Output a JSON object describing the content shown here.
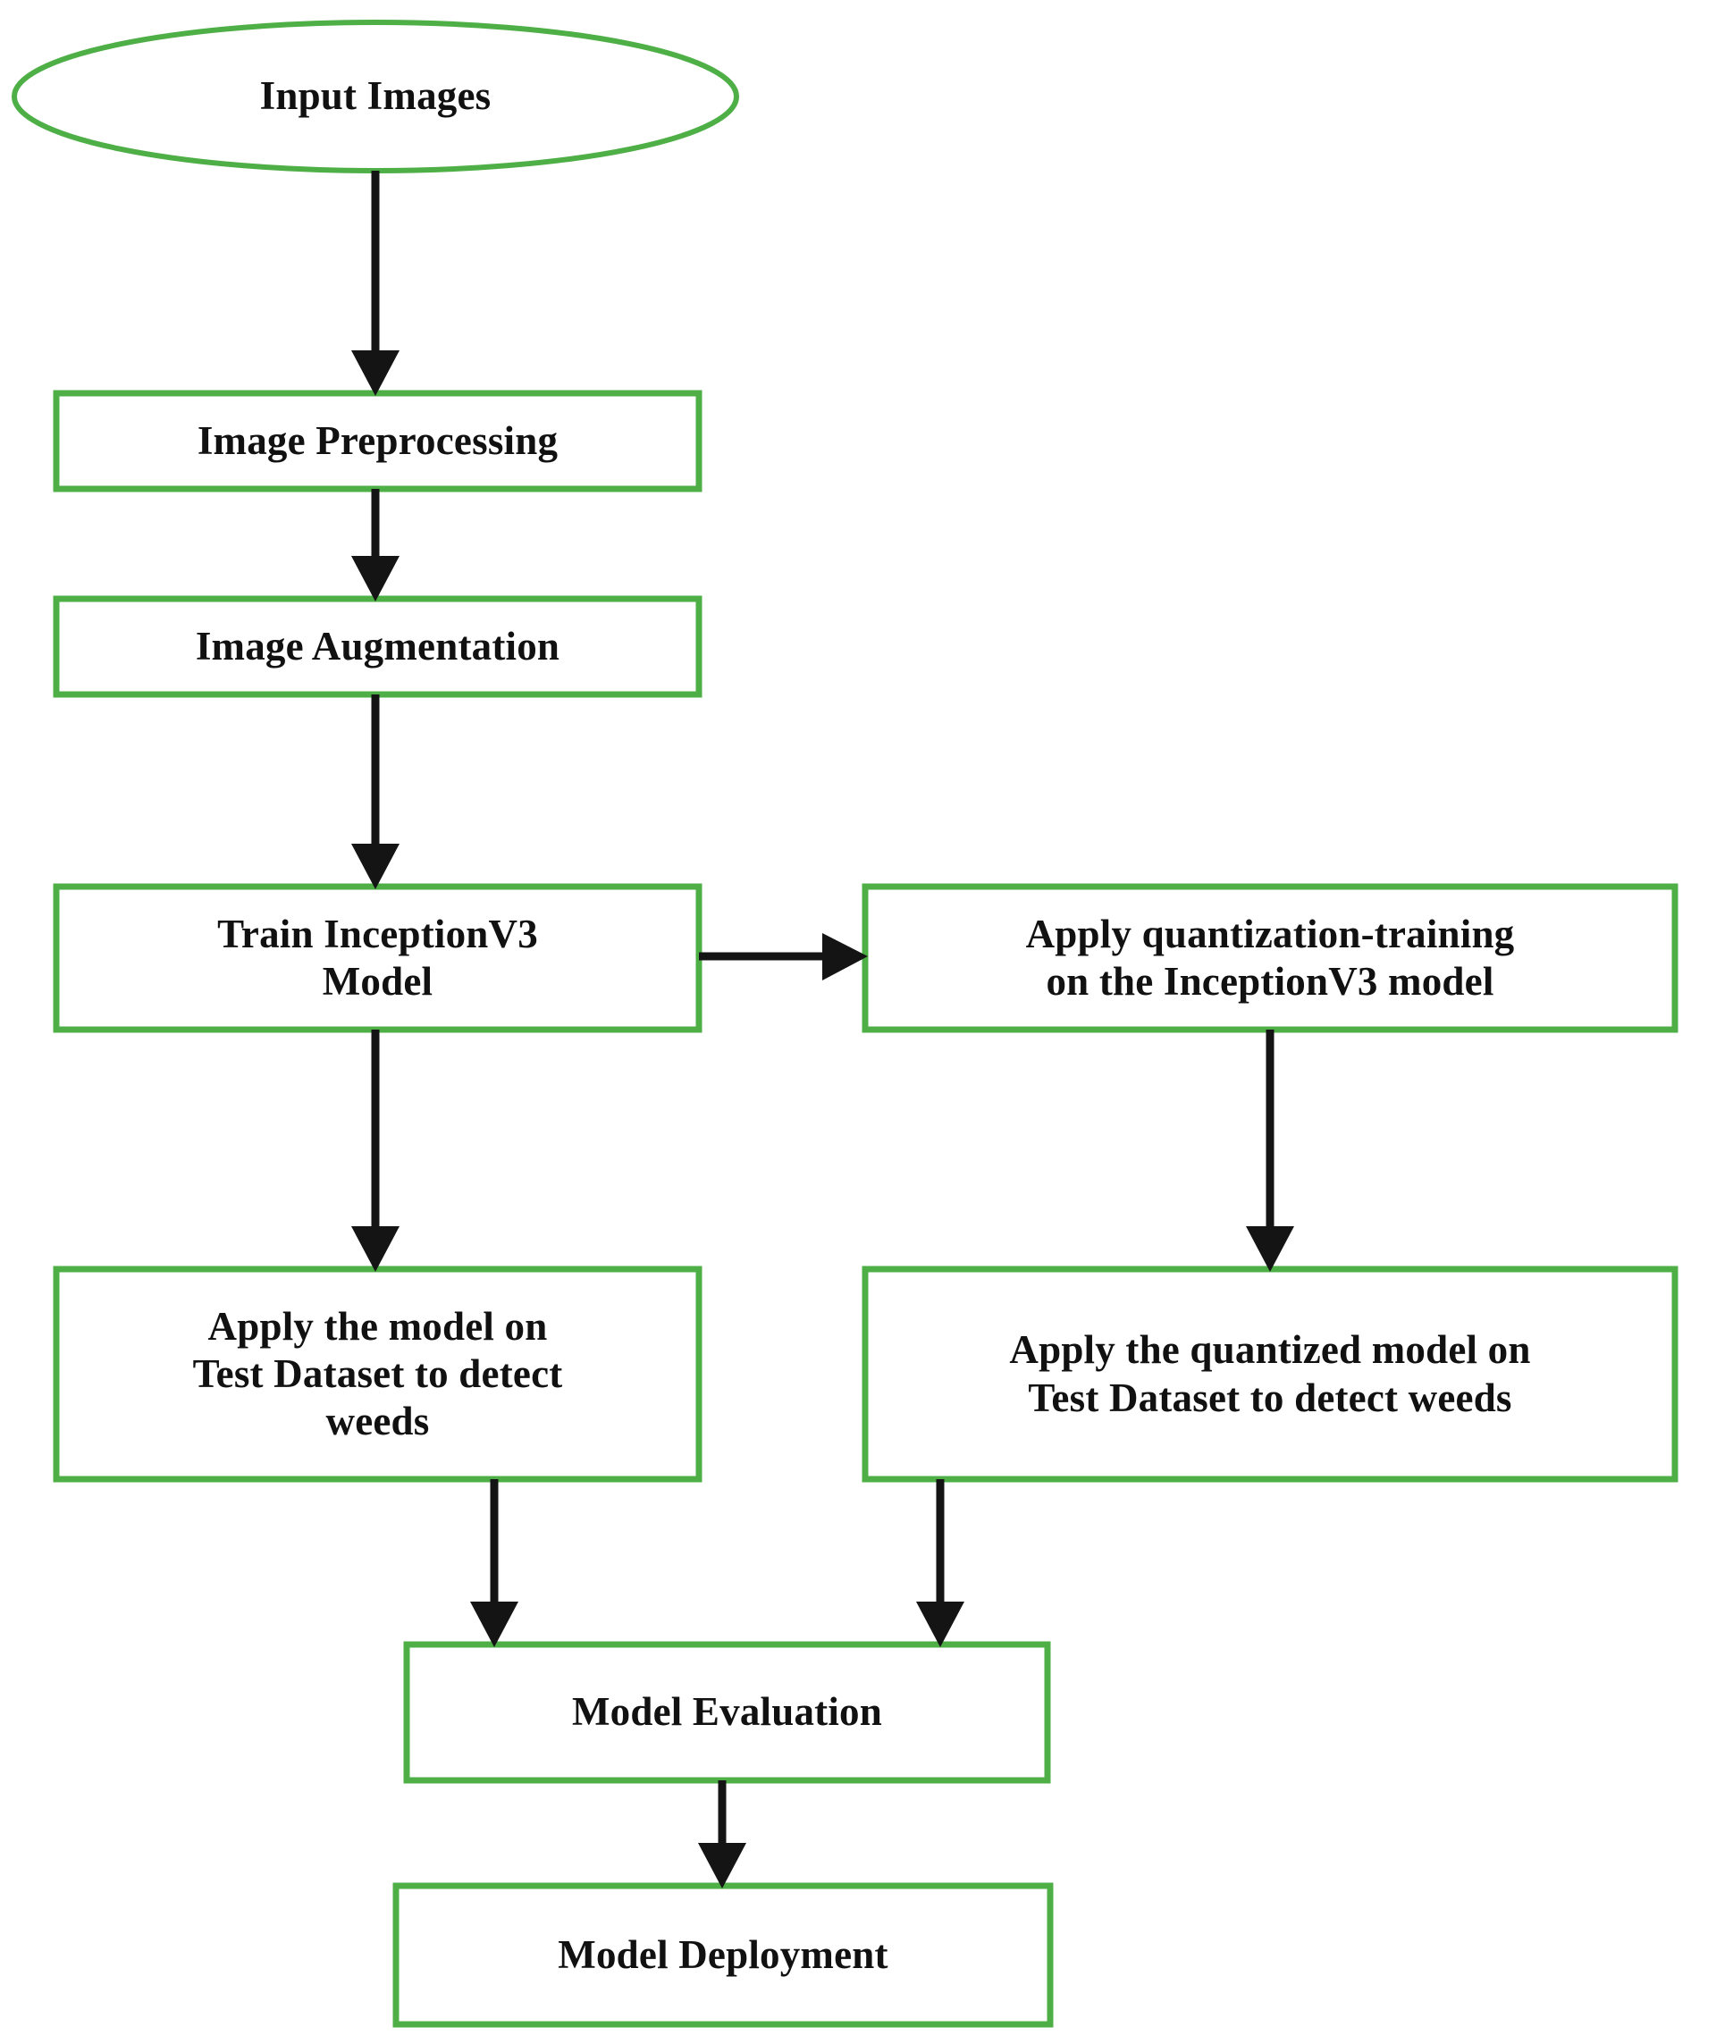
{
  "diagram": {
    "title": "Weed detection workflow flowchart",
    "accent_color": "#4FAF47",
    "line_color": "#141414",
    "background": "#ffffff",
    "nodes": [
      {
        "id": "input-images",
        "shape": "ellipse",
        "label": "Input Images"
      },
      {
        "id": "preprocessing",
        "shape": "rectangle",
        "label": "Image Preprocessing"
      },
      {
        "id": "augmentation",
        "shape": "rectangle",
        "label": "Image Augmentation"
      },
      {
        "id": "train-model",
        "shape": "rectangle",
        "label_line1": "Train InceptionV3",
        "label_line2": "Model"
      },
      {
        "id": "quant-training",
        "shape": "rectangle",
        "label_line1": "Apply quantization-training",
        "label_line2": "on the InceptionV3 model"
      },
      {
        "id": "apply-model",
        "shape": "rectangle",
        "label_line1": "Apply the model on",
        "label_line2": "Test Dataset to detect",
        "label_line3": "weeds"
      },
      {
        "id": "apply-quant",
        "shape": "rectangle",
        "label_line1": "Apply the quantized model on",
        "label_line2": "Test Dataset to detect weeds"
      },
      {
        "id": "evaluation",
        "shape": "rectangle",
        "label": "Model Evaluation"
      },
      {
        "id": "deployment",
        "shape": "rectangle",
        "label": "Model Deployment"
      }
    ],
    "edges": [
      {
        "from": "input-images",
        "to": "preprocessing",
        "direction": "down"
      },
      {
        "from": "preprocessing",
        "to": "augmentation",
        "direction": "down"
      },
      {
        "from": "augmentation",
        "to": "train-model",
        "direction": "down"
      },
      {
        "from": "train-model",
        "to": "quant-training",
        "direction": "right"
      },
      {
        "from": "train-model",
        "to": "apply-model",
        "direction": "down"
      },
      {
        "from": "quant-training",
        "to": "apply-quant",
        "direction": "down"
      },
      {
        "from": "apply-model",
        "to": "evaluation",
        "direction": "down"
      },
      {
        "from": "apply-quant",
        "to": "evaluation",
        "direction": "down"
      },
      {
        "from": "evaluation",
        "to": "deployment",
        "direction": "down"
      }
    ]
  }
}
